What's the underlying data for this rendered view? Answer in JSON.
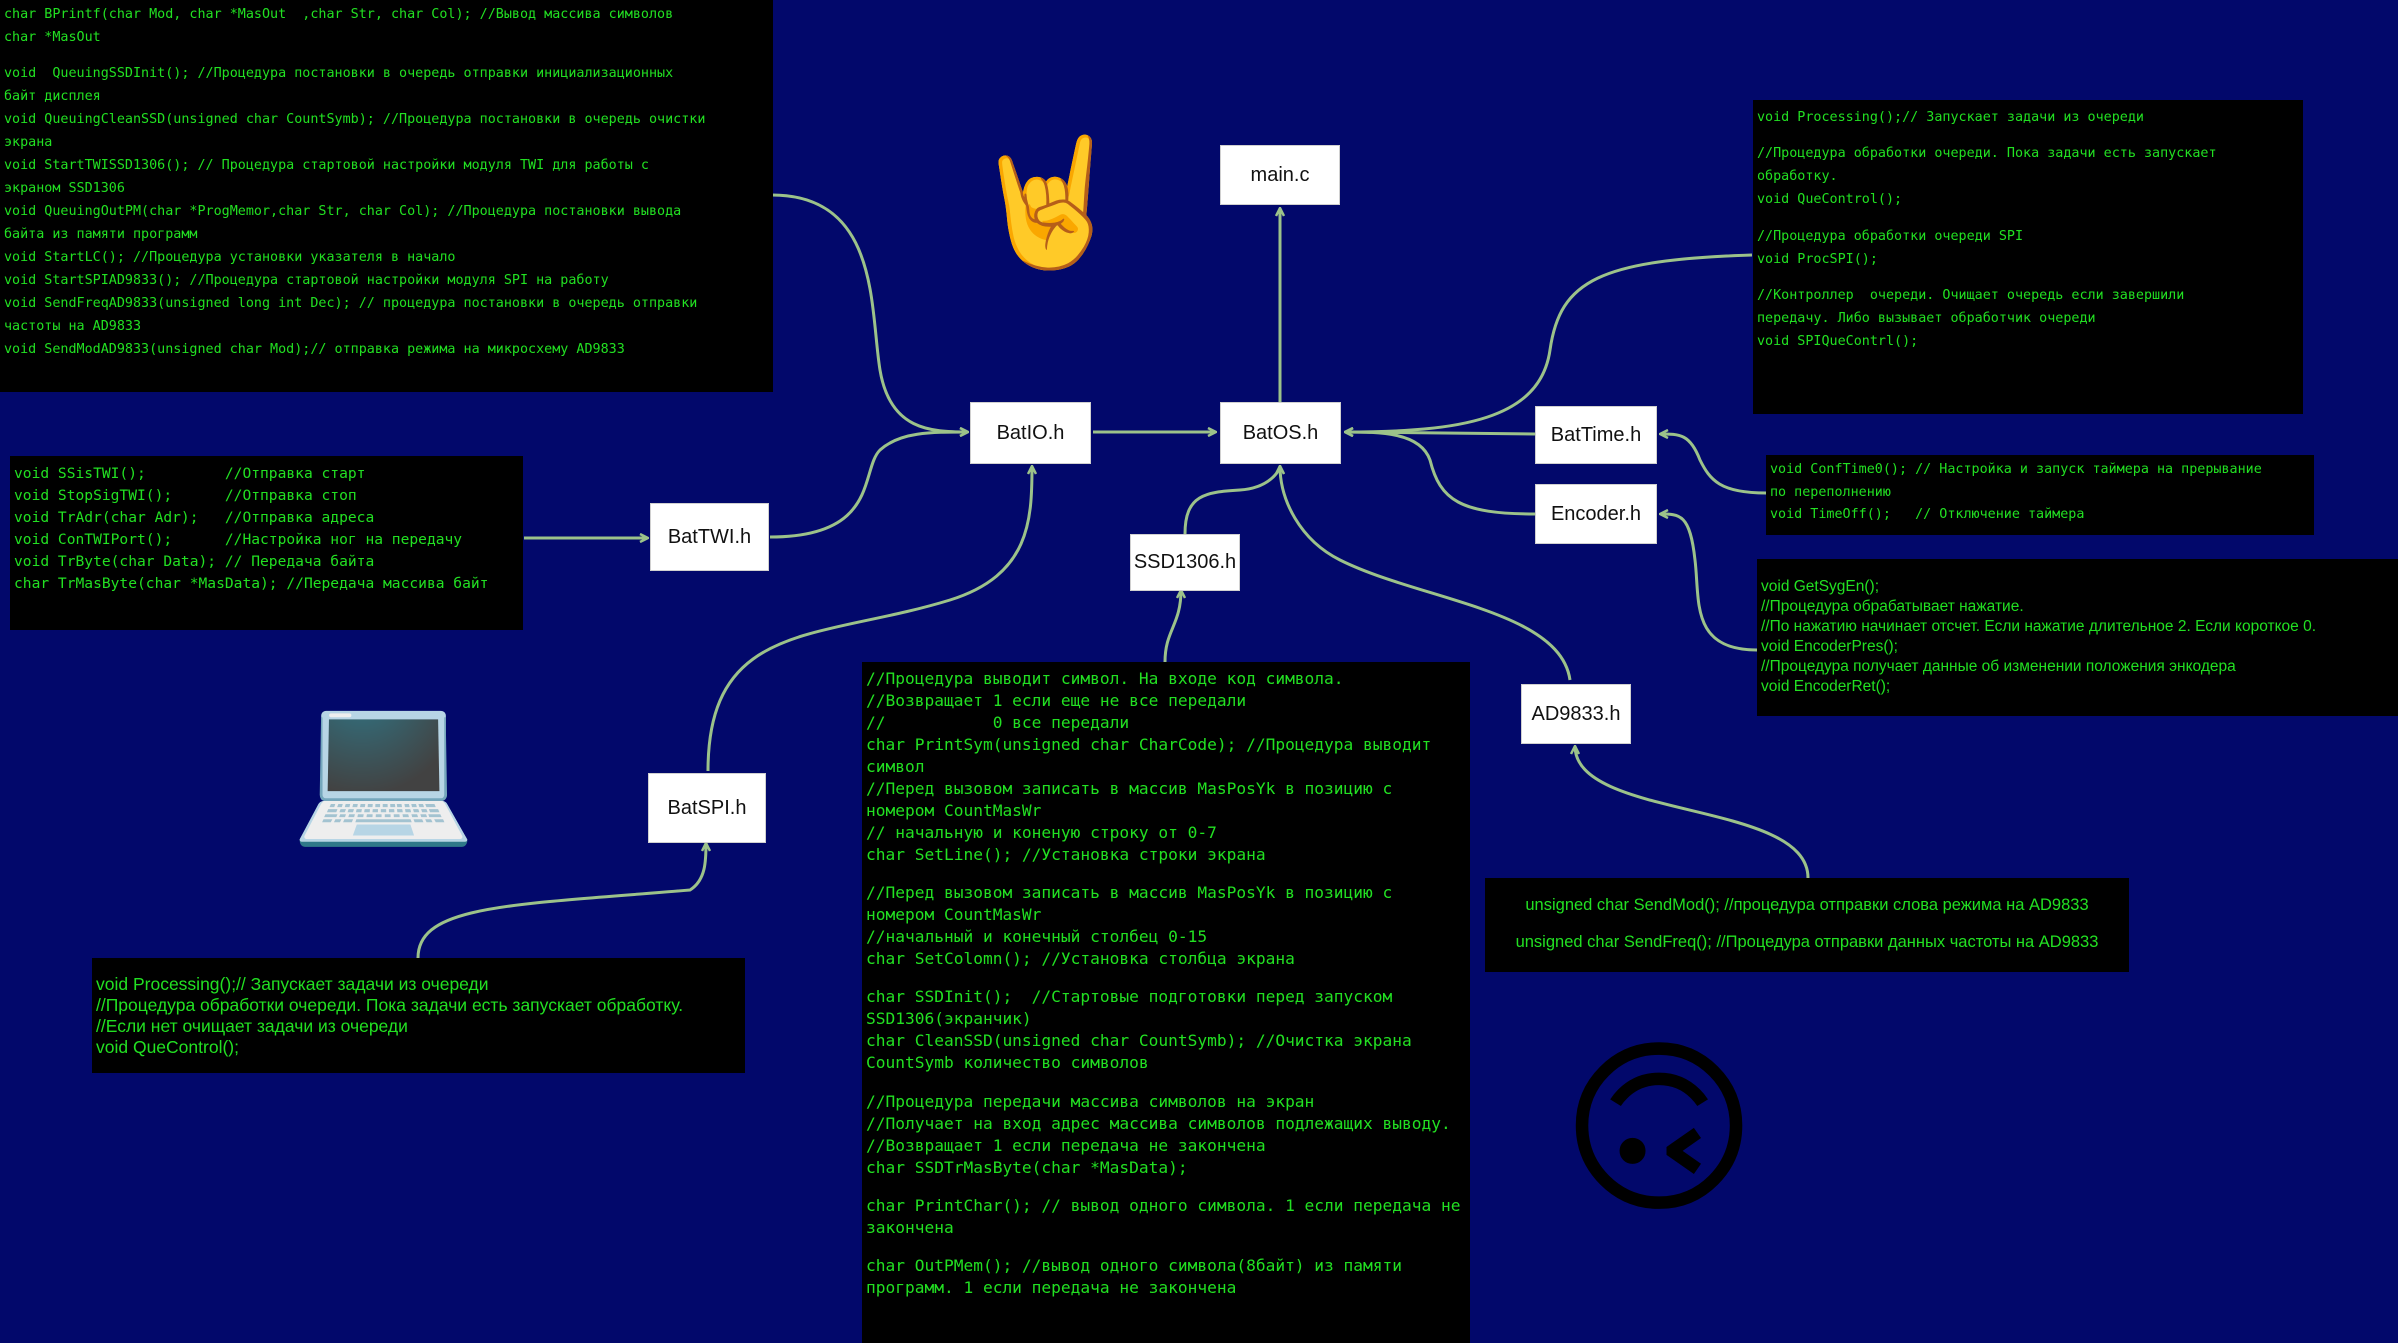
{
  "nodes": {
    "main": "main.c",
    "batio": "BatIO.h",
    "batos": "BatOS.h",
    "battime": "BatTime.h",
    "encoder": "Encoder.h",
    "battwi": "BatTWI.h",
    "ssd1306": "SSD1306.h",
    "ad9833": "AD9833.h",
    "batspi": "BatSPI.h"
  },
  "notes": {
    "batio_note": [
      "char BPrintf(char Mod, char *MasOut  ,char Str, char Col); //Вывод массива символов",
      "char *MasOut",
      "",
      "void  QueuingSSDInit(); //Процедура постановки в очередь отправки инициализационных",
      "байт дисплея",
      "void QueuingCleanSSD(unsigned char CountSymb); //Процедура постановки в очередь очистки",
      "экрана",
      "void StartTWISSD1306(); // Процедура стартовой настройки модуля TWI для работы с",
      "экраном SSD1306",
      "void QueuingOutPM(char *ProgMemor,char Str, char Col); //Процедура постановки вывода",
      "байта из памяти программ",
      "void StartLC(); //Процедура установки указателя в начало",
      "void StartSPIAD9833(); //Процедура стартовой настройки модуля SPI на работу",
      "void SendFreqAD9833(unsigned long int Dec); // процедура постановки в очередь отправки",
      "частоты на AD9833",
      "void SendModAD9833(unsigned char Mod);// отправка режима на микросхему AD9833"
    ],
    "batos_note": [
      "void Processing();// Запускает задачи из очереди",
      "",
      "//Процедура обработки очереди. Пока задачи есть запускает",
      "обработку.",
      "void QueControl();",
      "",
      "//Процедура обработки очереди SPI",
      "void ProcSPI();",
      "",
      "//Контроллер  очереди. Очищает очередь если завершили",
      "передачу. Либо вызывает обработчик очереди",
      "void SPIQueContrl();"
    ],
    "battwi_note": [
      "void SSisTWI();         //Отправка старт",
      "void StopSigTWI();      //Отправка стоп",
      "void TrAdr(char Adr);   //Отправка адреса",
      "void ConTWIPort();      //Настройка ног на передачу",
      "void TrByte(char Data); // Передача байта",
      "char TrMasByte(char *MasData); //Передача массива байт"
    ],
    "battime_note": [
      "void ConfTime0(); // Настройка и запуск таймера на прерывание",
      "по переполнению",
      "void TimeOff();   // Отключение таймера"
    ],
    "encoder_note": [
      "void GetSygEn();",
      "//Процедура обрабатывает нажатие.",
      "//По нажатию начинает отсчет. Если нажатие длительное 2. Если короткое 0.",
      "void EncoderPres();",
      "//Процедура получает данные об изменении положения энкодера",
      "void EncoderRet();"
    ],
    "ssd_note": [
      "//Процедура выводит символ. На входе код символа.",
      "//Возвращает 1 если еще не все передали",
      "//           0 все передали",
      "char PrintSym(unsigned char CharCode); //Процедура выводит",
      "символ",
      "//Перед вызовом записать в массив MasPosYk в позицию с",
      "номером CountMasWr",
      "// начальную и коненую строку от 0-7",
      "char SetLine(); //Установка строки экрана",
      "",
      "//Перед вызовом записать в массив MasPosYk в позицию с",
      "номером CountMasWr",
      "//начальный и конечный столбец 0-15",
      "char SetColomn(); //Установка столбца экрана",
      "",
      "char SSDInit();  //Стартовые подготовки перед запуском",
      "SSD1306(экранчик)",
      "char CleanSSD(unsigned char CountSymb); //Очистка экрана",
      "CountSymb количество символов",
      "",
      "//Процедура передачи массива символов на экран",
      "//Получает на вход адрес массива символов подлежащих выводу.",
      "//Возвращает 1 если передача не закончена",
      "char SSDTrMasByte(char *MasData);",
      "",
      "char PrintChar(); // вывод одного символа. 1 если передача не",
      "закончена",
      "",
      "char OutPMem(); //вывод одного символа(8байт) из памяти",
      "программ. 1 если передача не закончена"
    ],
    "ad9833_note": [
      "unsigned char SendMod(); //процедура отправки слова режима на AD9833",
      "",
      "unsigned char SendFreq(); //Процедура отправки данных частоты на AD9833"
    ],
    "batspi_note": [
      "void Processing();// Запускает задачи из очереди",
      "//Процедура обработки очереди. Пока задачи есть запускает обработку.",
      "//Если нет очищает задачи из очереди",
      "void QueControl();"
    ]
  },
  "emoji": {
    "rock": "🤘",
    "laptop": "💻",
    "upside": "🙃"
  },
  "colors": {
    "background": "#02086b",
    "note_text": "#22e022",
    "edge": "#9cc28a"
  }
}
